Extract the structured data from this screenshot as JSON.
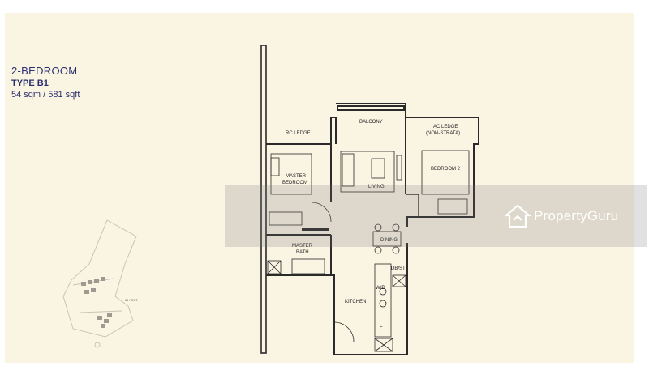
{
  "header": {
    "title": "2-BEDROOM",
    "type": "TYPE B1",
    "area": "54 sqm / 581 sqft"
  },
  "rooms": {
    "rc_ledge": "RC LEDGE",
    "balcony": "BALCONY",
    "ac_ledge_1": "AC LEDGE",
    "ac_ledge_2": "(NON-STRATA)",
    "master_bedroom_1": "MASTER",
    "master_bedroom_2": "BEDROOM",
    "living": "LIVING",
    "bedroom2": "BEDROOM 2",
    "master_bath_1": "MASTER",
    "master_bath_2": "BATH",
    "dining": "DINING",
    "kitchen": "KITCHEN",
    "db": "DB/ST",
    "wd": "W/D",
    "fridge": "F",
    "site_in_out": "IN / OUT"
  },
  "watermark": {
    "brand": "PropertyGuru",
    "color": "#ffffff"
  },
  "colors": {
    "background": "#faf4e3",
    "heading": "#2b2e6e",
    "wall": "#2a2a2a"
  }
}
